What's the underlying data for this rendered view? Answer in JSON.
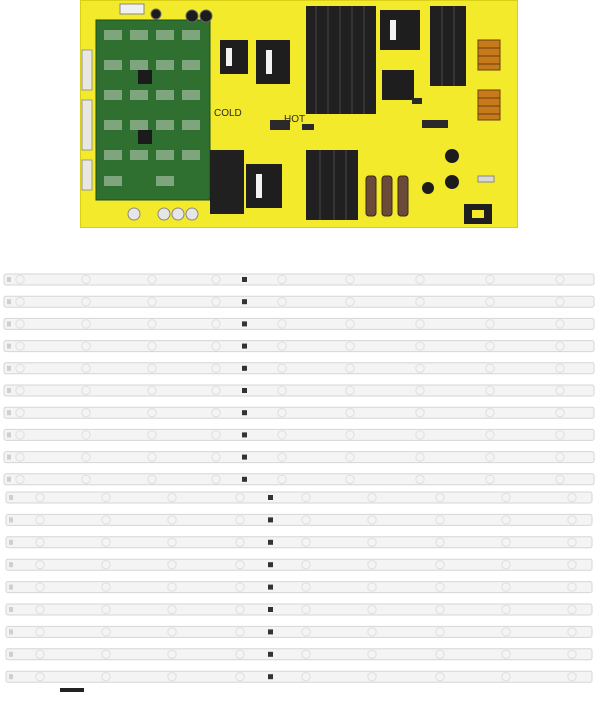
{
  "board": {
    "cold_label": "COLD",
    "hot_label": "HOT",
    "colors": {
      "pcb": "#f2ea2a",
      "pcb_edge": "#d9cf14",
      "heatsink": "#202020",
      "daughter_board": "#2f6f2f"
    }
  },
  "strips": {
    "group_a_count": 10,
    "group_b_count": 9,
    "colors": {
      "strip": "#f4f4f4",
      "edge": "#d6d6d6",
      "lens": "#e2e2e2"
    }
  }
}
